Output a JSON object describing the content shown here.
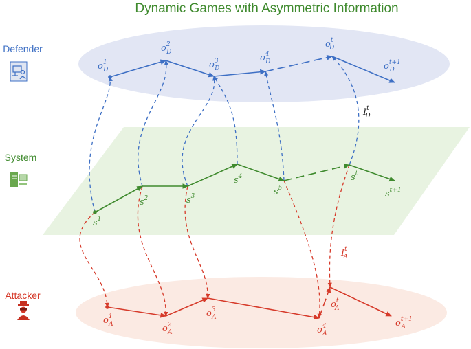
{
  "title": "Dynamic Games with Asymmetric Information",
  "colors": {
    "defender": "#3d6fc4",
    "system": "#3f8a2e",
    "attacker": "#d63a2a",
    "defender_fill": "#e2e6f4",
    "system_fill": "#e8f3e1",
    "attacker_fill": "#fbeae3"
  },
  "layers": {
    "defender": {
      "label": "Defender",
      "icon": "defender-computer-icon"
    },
    "system": {
      "label": "System",
      "icon": "server-icon"
    },
    "attacker": {
      "label": "Attacker",
      "icon": "spy-icon"
    }
  },
  "defender_nodes": [
    {
      "base": "o",
      "sub": "D",
      "sup": "1"
    },
    {
      "base": "o",
      "sub": "D",
      "sup": "2"
    },
    {
      "base": "o",
      "sub": "D",
      "sup": "3"
    },
    {
      "base": "o",
      "sub": "D",
      "sup": "4"
    },
    {
      "base": "o",
      "sub": "D",
      "sup": "t"
    },
    {
      "base": "o",
      "sub": "D",
      "sup": "t+1"
    }
  ],
  "system_nodes": [
    {
      "base": "s",
      "sup": "1"
    },
    {
      "base": "s",
      "sup": "2"
    },
    {
      "base": "s",
      "sup": "3"
    },
    {
      "base": "s",
      "sup": "4"
    },
    {
      "base": "s",
      "sup": "5"
    },
    {
      "base": "s",
      "sup": "t"
    },
    {
      "base": "s",
      "sup": "t+1"
    }
  ],
  "attacker_nodes": [
    {
      "base": "o",
      "sub": "A",
      "sup": "1"
    },
    {
      "base": "o",
      "sub": "A",
      "sup": "2"
    },
    {
      "base": "o",
      "sub": "A",
      "sup": "3"
    },
    {
      "base": "o",
      "sub": "A",
      "sup": "4"
    },
    {
      "base": "o",
      "sub": "A",
      "sup": "t"
    },
    {
      "base": "o",
      "sub": "A",
      "sup": "t+1"
    }
  ],
  "information_sets": {
    "defender": {
      "base": "I",
      "sub": "D",
      "sup": "t"
    },
    "attacker": {
      "base": "I",
      "sub": "A",
      "sup": "t"
    }
  }
}
